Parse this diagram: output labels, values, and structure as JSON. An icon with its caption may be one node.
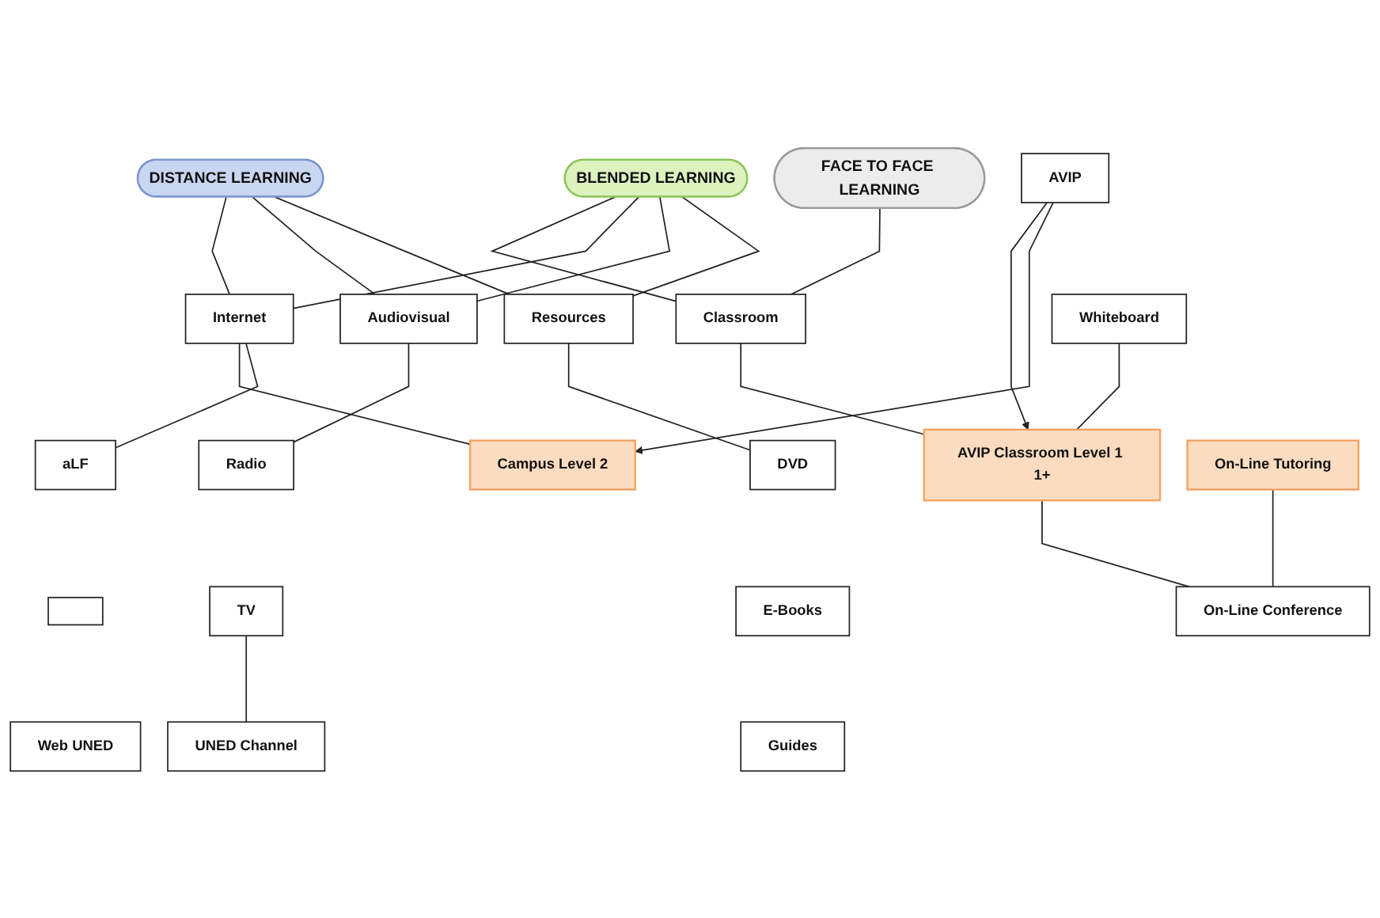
{
  "diagram": {
    "nodes": [
      {
        "text": [
          "FACE TO FACE LEARNING"
        ]
      },
      {
        "text": [
          "BLENDED LEARNING"
        ]
      },
      {
        "text": [
          "DISTANCE LEARNING"
        ]
      },
      {
        "text": [
          "Classroom"
        ]
      },
      {
        "text": [
          "Internet"
        ]
      },
      {
        "text": [
          "Audiovisual"
        ]
      },
      {
        "text": [
          "Resources"
        ]
      },
      {
        "text": [
          "AVIP Classroom Level 1 1+"
        ]
      },
      {
        "text": [
          "Campus Level 2"
        ]
      },
      {
        "text": [
          "aLF"
        ]
      },
      {
        "text": [
          "Radio"
        ]
      },
      {
        "text": [
          "DVD"
        ]
      },
      {
        "text": [],
        "shape": "box"
      },
      {
        "text": [
          "TV"
        ]
      },
      {
        "text": [
          "E-Books"
        ]
      },
      {
        "text": [
          "On-Line Tutoring"
        ]
      },
      {
        "text": [
          "Guides"
        ]
      },
      {
        "text": [
          "AVIP"
        ]
      },
      {
        "text": [
          "Web UNED"
        ]
      },
      {
        "text": [
          "Whiteboard"
        ]
      },
      {
        "text": [
          "UNED Channel"
        ]
      },
      {
        "text": [
          "On-Line Conference"
        ]
      }
    ],
    "edges": [
      {
        "from": 0,
        "to": 3,
        "arrow": "none"
      },
      {
        "from": 1,
        "to": 3,
        "arrow": "none"
      },
      {
        "from": 1,
        "to": 4,
        "arrow": "none"
      },
      {
        "from": 1,
        "to": 5,
        "arrow": "none"
      },
      {
        "from": 1,
        "to": 6,
        "arrow": "none"
      },
      {
        "from": 2,
        "to": 4,
        "arrow": "none"
      },
      {
        "from": 2,
        "to": 5,
        "arrow": "none"
      },
      {
        "from": 2,
        "to": 6,
        "arrow": "none"
      },
      {
        "from": 3,
        "to": 7,
        "arrow": "none"
      },
      {
        "from": 4,
        "to": 8,
        "arrow": "none"
      },
      {
        "from": 4,
        "to": 9,
        "arrow": "none"
      },
      {
        "from": 5,
        "to": 10,
        "arrow": "none"
      },
      {
        "from": 6,
        "to": 11,
        "arrow": "none"
      },
      {
        "from": 17,
        "to": 7,
        "arrow": "to"
      },
      {
        "from": 17,
        "to": 8,
        "arrow": "to"
      },
      {
        "from": 19,
        "to": 7,
        "arrow": "none"
      },
      {
        "from": 7,
        "to": 21,
        "arrow": "none"
      },
      {
        "from": 15,
        "to": 21,
        "arrow": "none"
      },
      {
        "from": 13,
        "to": 20,
        "arrow": "none"
      }
    ]
  }
}
